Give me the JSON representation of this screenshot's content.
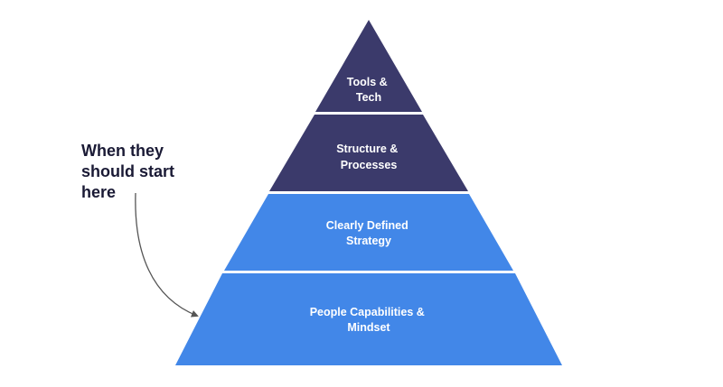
{
  "pyramid": {
    "tiers": [
      {
        "lines": [
          "Tools &",
          "Tech"
        ],
        "color": "#3b3a6b"
      },
      {
        "lines": [
          "Structure &",
          "Processes"
        ],
        "color": "#3b3a6b"
      },
      {
        "lines": [
          "Clearly Defined",
          "Strategy"
        ],
        "color": "#4287e8"
      },
      {
        "lines": [
          "People Capabilities &",
          "Mindset"
        ],
        "color": "#4287e8"
      }
    ]
  },
  "annotation": {
    "lines": [
      "When they",
      "should start",
      "here"
    ],
    "color": "#1a1a35",
    "arrow_color": "#555555"
  }
}
